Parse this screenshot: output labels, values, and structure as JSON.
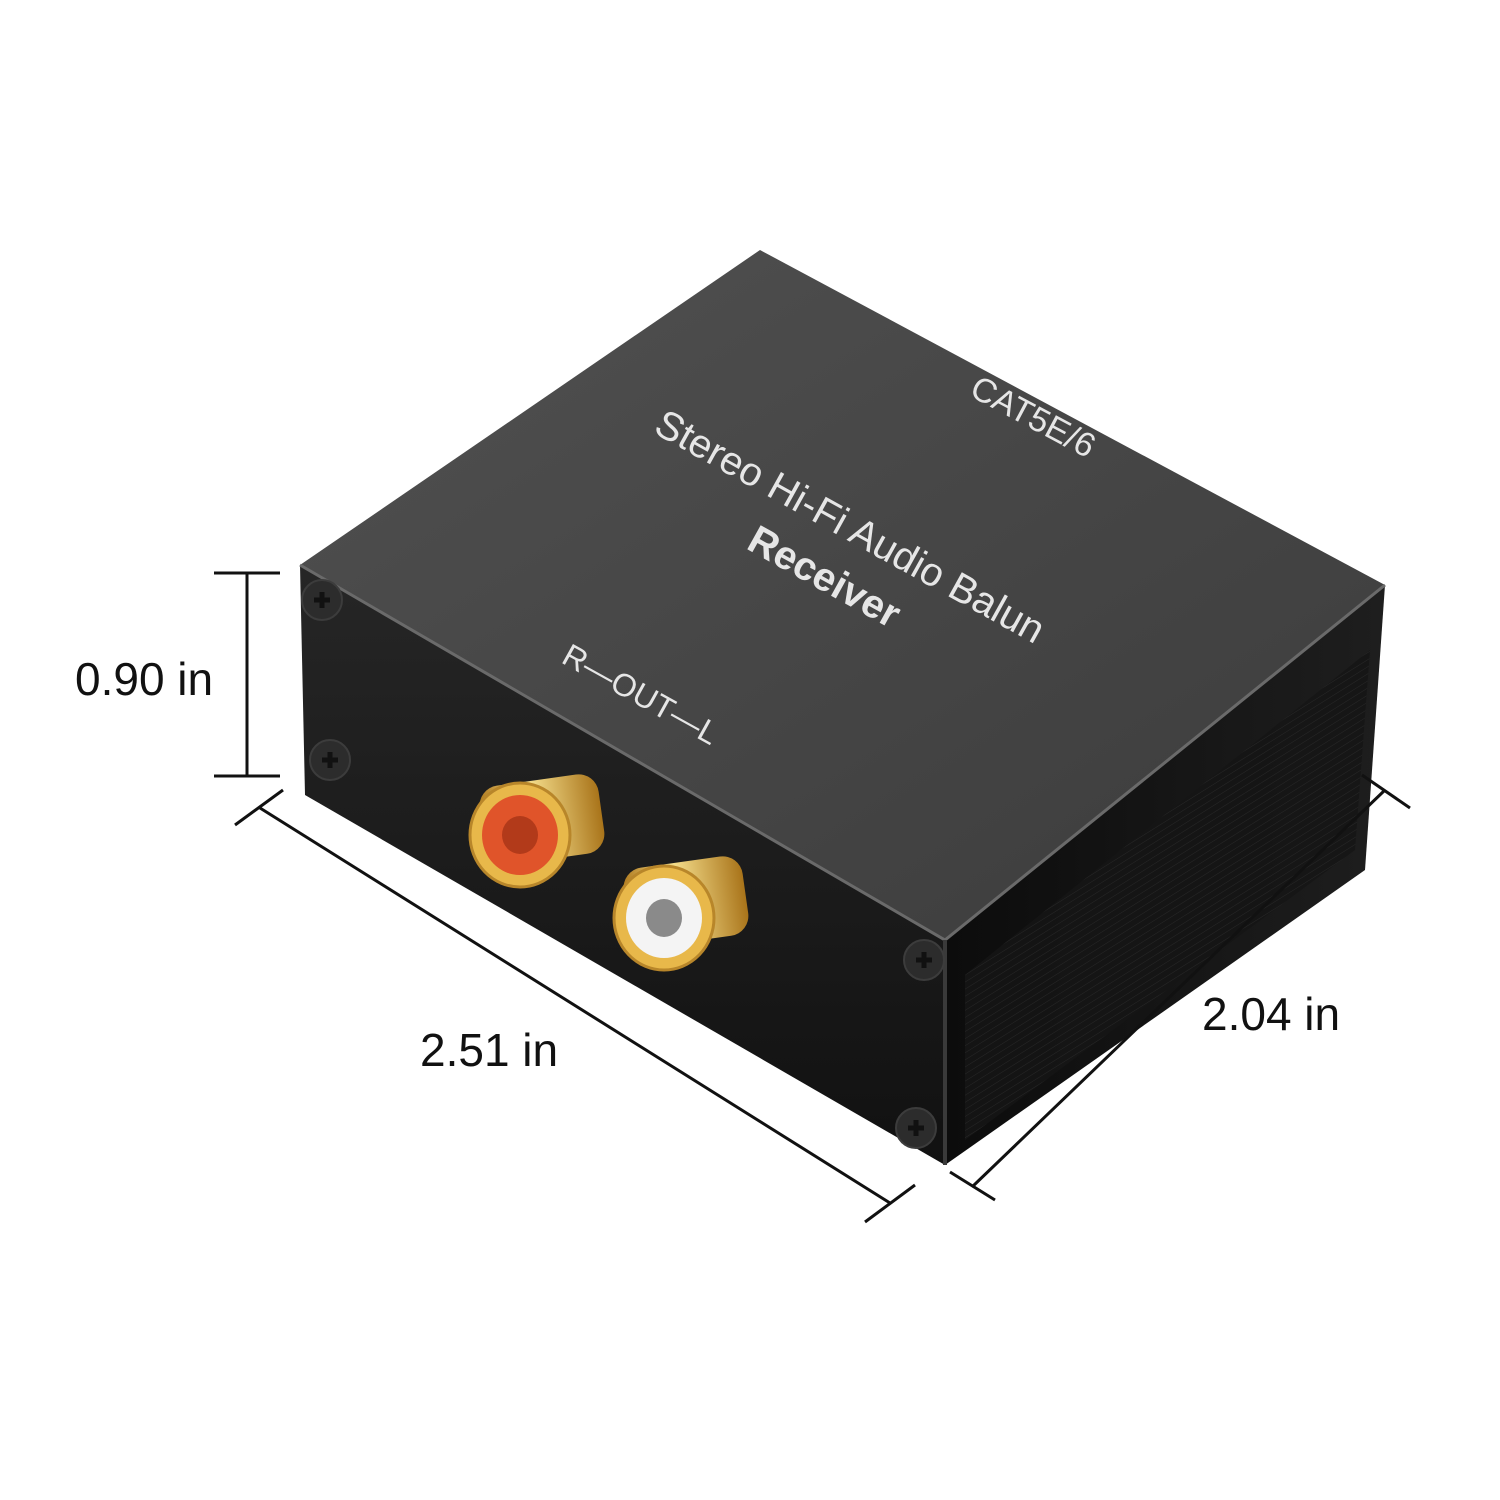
{
  "product": {
    "top_label_line1": "Stereo Hi-Fi Audio Balun",
    "top_label_line2": "Receiver",
    "cable_label": "CAT5E/6",
    "port_label": "R—OUT—L",
    "ports": [
      {
        "name": "R",
        "color": "#e0542a"
      },
      {
        "name": "L",
        "color": "#f2f2f2"
      }
    ],
    "colors": {
      "top": "#4a4a4a",
      "front": "#1c1c1c",
      "side": "#141414",
      "gold": "#d4a43a"
    }
  },
  "dimensions": {
    "height": "0.90 in",
    "width": "2.51 in",
    "depth": "2.04 in"
  }
}
